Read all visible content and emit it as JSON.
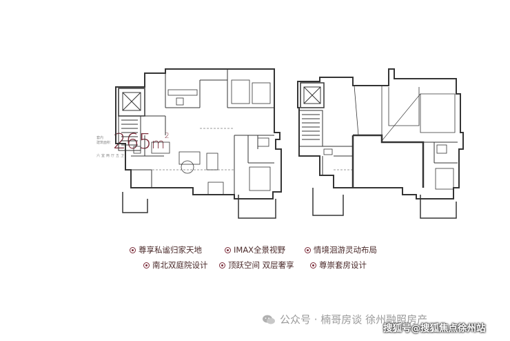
{
  "area": {
    "label_line1": "套内",
    "label_line2": "建筑面积",
    "value": "265",
    "unit": "m",
    "unit_power": "2",
    "layout_text": "六室两厅五卫"
  },
  "features": [
    "尊享私谧归家天地",
    "IMAX全景视野",
    "情境洄游灵动布局",
    "南北双庭院设计",
    "顶跃空间 双层奢享",
    "尊崇套房设计"
  ],
  "watermark": {
    "text": "公众号 · 楠哥房谈 徐州融照房产",
    "overlay_text": "搜狐号@搜狐焦点徐州站"
  },
  "colors": {
    "accent": "#7a2a38",
    "text": "#4a2a2a",
    "plan_line": "#333333",
    "watermark": "#9a9a9a"
  }
}
